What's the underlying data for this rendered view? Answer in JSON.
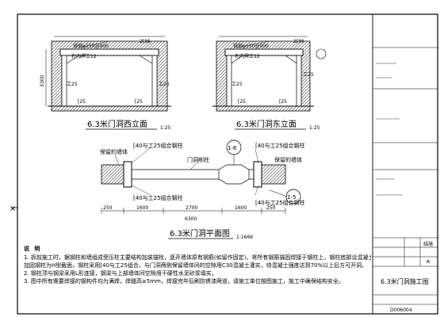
{
  "drawing": {
    "views": {
      "west": {
        "title": "6.3米门洞西立面",
        "scale": "1:25"
      },
      "east": {
        "title": "6.3米门洞东立面",
        "scale": "1:25"
      },
      "plan": {
        "title": "6.3米门洞平面图",
        "scale": "1:1666"
      }
    },
    "elevation_labels": {
      "top_tie": "锚钢φ150@900",
      "top_spec": "2[36",
      "bracket": "孔内焊工12",
      "side_left": "工25",
      "side_right": "工25",
      "foot_left": "[25",
      "foot_right": "[25",
      "height": "3300",
      "east_right": "2[36"
    },
    "plan_labels": {
      "retained_wall_left": "保留的墙体",
      "retained_wall_right": "保留的墙体",
      "composite_col_tl": "[40与工25组合钢柱",
      "composite_col_tr": "[40与工25组合钢柱",
      "composite_col_bl": "[40与工25组合钢柱",
      "composite_col_br": "[40与工25组合钢柱",
      "opening_center": "门洞削柱",
      "section_mark_1": "1-6",
      "section_mark_2": "1-5",
      "dim_left": "250",
      "dim_right": "250",
      "dim_mid_left": "1600",
      "dim_mid": "2700",
      "dim_mid_right": "1600",
      "dim_total": "6300"
    },
    "notes": {
      "title": "说  明",
      "lines": [
        "1. 拆前施工时，据钢柱和墙组成受压柱主要结构加装锚栓，逐开墙体原有钢筋(如留作固定)，将所有钢筋锚固焊接于钢柱上，钢柱底部设混凝土基础。",
        "   加固钢柱为H型截面，钢柱采用[40与工25组合，与门洞两侧保留墙体间的空隙用C30混凝土灌实，待混凝土强度达到70%以上后方可开洞。",
        "2. 钢柱顶与钢梁采用L形连接，钢梁与上部墙体间空隙用干硬性水泥砂浆填实。",
        "3. 图中所有需要焊接的钢构件均为满焊，焊缝高≥5mm，焊接完毕后刷防锈漆两道，请施工单位按图施工，施工中确保结构安全。"
      ]
    },
    "title_block": {
      "drawing_name": "6.3米门洞施工图",
      "drawing_no": "D006004",
      "sheet_label": "结施",
      "revision": "A"
    },
    "colors": {
      "line": "#000000",
      "hatch": "#444444",
      "background": "#ffffff"
    }
  }
}
